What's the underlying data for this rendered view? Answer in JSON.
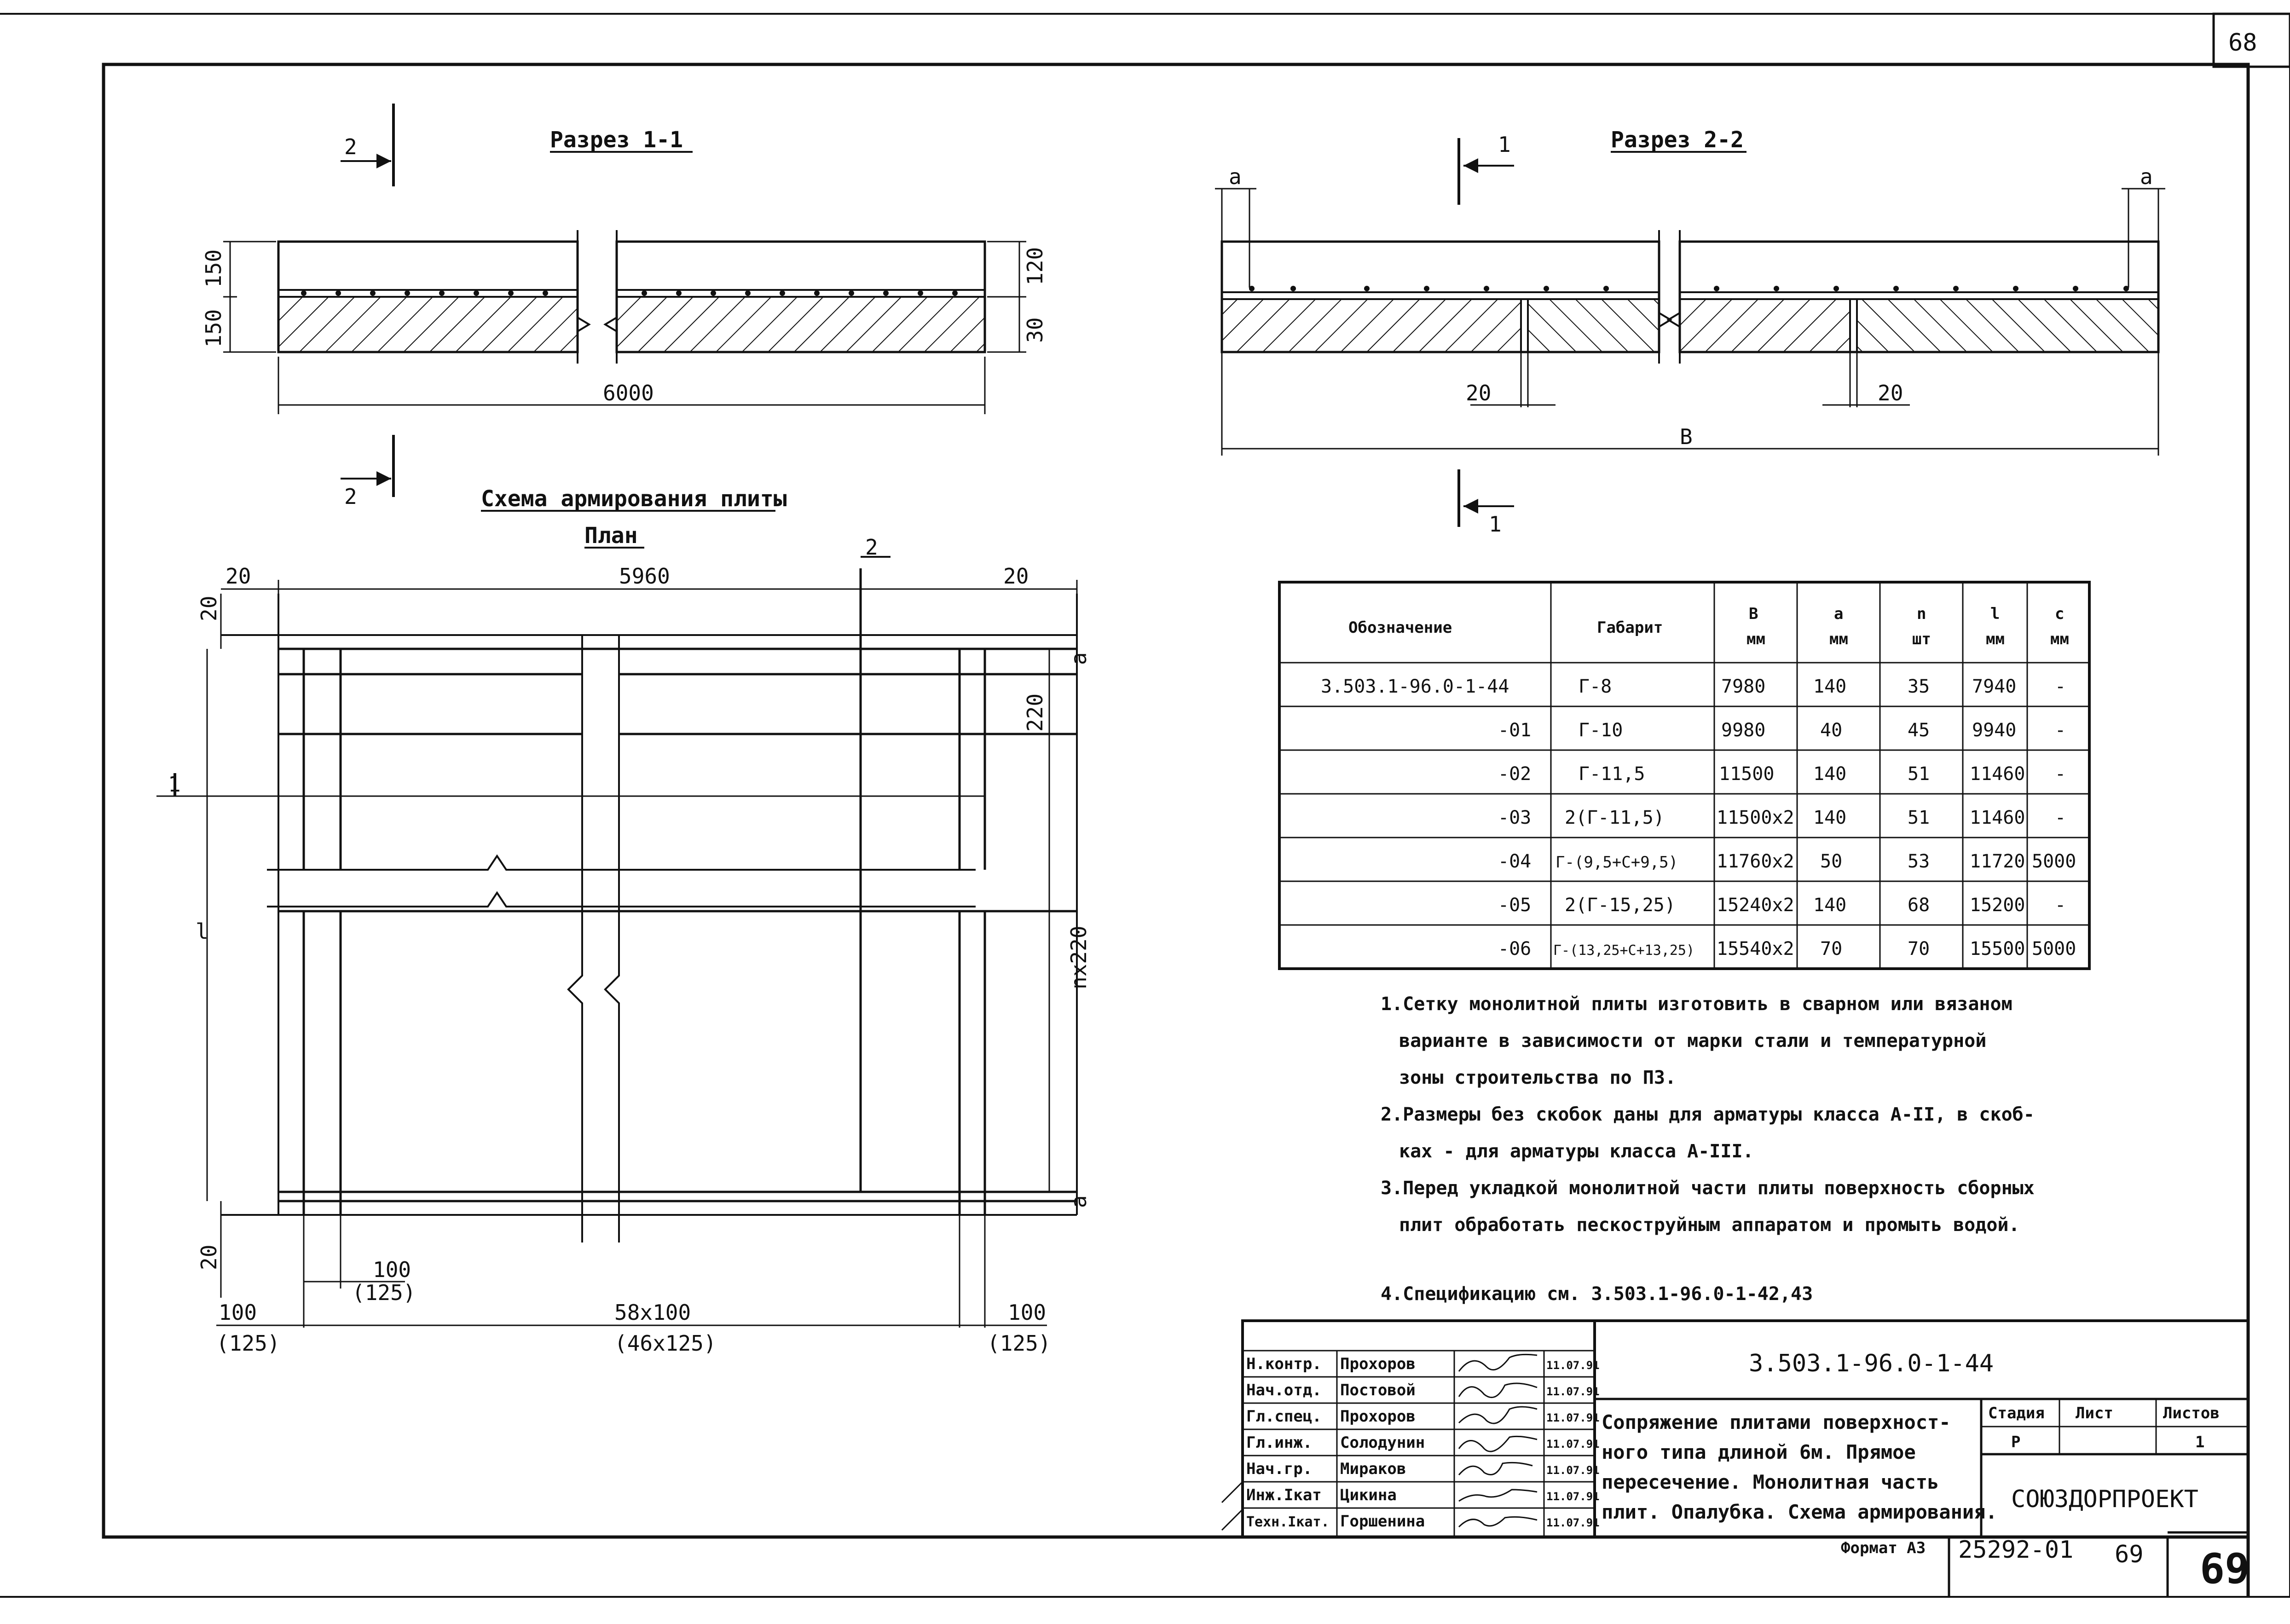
{
  "sheet": {
    "corner_number": "68",
    "page_number": "69",
    "sheet_code": "25292-01",
    "sheet_code_num": "69",
    "format_label": "Формат А3"
  },
  "section11": {
    "title": "Разрез 1-1",
    "dim_150_top": "150",
    "dim_150_bottom": "150",
    "dim_120": "120",
    "dim_30": "30",
    "dim_6000": "6000",
    "cut_mark": "2"
  },
  "section22": {
    "title": "Разрез 2-2",
    "mark_a": "a",
    "dim_20_left": "20",
    "dim_20_right": "20",
    "dim_B": "B",
    "cut_mark": "1"
  },
  "plan": {
    "scheme_title": "Схема армирования плиты",
    "plan_title": "План",
    "dim_20_tl": "20",
    "dim_5960": "5960",
    "dim_20_tr": "20",
    "dim_20_left_top": "20",
    "dim_220": "220",
    "dim_nx220": "nx220",
    "dim_a_top": "a",
    "dim_a_bottom": "a",
    "dim_l": "l",
    "cut_1": "1",
    "cut_2": "2",
    "dim_20_left_bottom": "20",
    "dim_100_inner": "100",
    "dim_125_inner": "(125)",
    "dim_100_left": "100",
    "dim_125_left": "(125)",
    "dim_58x100": "58x100",
    "dim_46x125": "(46x125)",
    "dim_100_right": "100",
    "dim_125_right": "(125)"
  },
  "table": {
    "headers": [
      {
        "main": "Обозначение",
        "unit": ""
      },
      {
        "main": "Габарит",
        "unit": ""
      },
      {
        "main": "B",
        "unit": "мм"
      },
      {
        "main": "a",
        "unit": "мм"
      },
      {
        "main": "n",
        "unit": "шт"
      },
      {
        "main": "l",
        "unit": "мм"
      },
      {
        "main": "c",
        "unit": "мм"
      }
    ],
    "rows": [
      [
        "3.503.1-96.0-1-44",
        "Г-8",
        "7980",
        "140",
        "35",
        "7940",
        "-"
      ],
      [
        "-01",
        "Г-10",
        "9980",
        "40",
        "45",
        "9940",
        "-"
      ],
      [
        "-02",
        "Г-11,5",
        "11500",
        "140",
        "51",
        "11460",
        "-"
      ],
      [
        "-03",
        "2(Г-11,5)",
        "11500x2",
        "140",
        "51",
        "11460",
        "-"
      ],
      [
        "-04",
        "Г-(9,5+С+9,5)",
        "11760x2",
        "50",
        "53",
        "11720",
        "5000"
      ],
      [
        "-05",
        "2(Г-15,25)",
        "15240x2",
        "140",
        "68",
        "15200",
        "-"
      ],
      [
        "-06",
        "Г-(13,25+С+13,25)",
        "15540x2",
        "70",
        "70",
        "15500",
        "5000"
      ]
    ]
  },
  "notes": [
    "1.Сетку монолитной плиты изготовить в сварном или вязаном",
    "варианте в зависимости от марки стали и температурной",
    "зоны строительства по ПЗ.",
    "2.Размеры без скобок даны для арматуры класса А-II, в скоб-",
    "ках - для арматуры класса А-III.",
    "3.Перед укладкой монолитной части плиты поверхность сборных",
    "плит обработать пескоструйным аппаратом и промыть водой.",
    "4.Спецификацию см. 3.503.1-96.0-1-42,43"
  ],
  "title_block": {
    "doc_code": "3.503.1-96.0-1-44",
    "description": [
      "Сопряжение плитами поверхност-",
      "ного типа длиной 6м. Прямое",
      "пересечение. Монолитная часть",
      "плит. Опалубка. Схема армирования."
    ],
    "stage_header": "Стадия",
    "sheet_header": "Лист",
    "sheets_header": "Листов",
    "stage_value": "Р",
    "sheets_value": "1",
    "organization": "СОЮЗДОРПРОЕКТ",
    "signatures": [
      {
        "role": "Н.контр.",
        "name": "Прохоров",
        "date": "11.07.91"
      },
      {
        "role": "Нач.отд.",
        "name": "Постовой",
        "date": "11.07.91"
      },
      {
        "role": "Гл.спец.",
        "name": "Прохоров",
        "date": "11.07.91"
      },
      {
        "role": "Гл.инж.",
        "name": "Солодунин",
        "date": "11.07.91"
      },
      {
        "role": "Нач.гр.",
        "name": "Мираков",
        "date": "11.07.91"
      },
      {
        "role": "Инж.Iкат",
        "name": "Цикина",
        "date": "11.07.91"
      },
      {
        "role": "Техн.Iкат.",
        "name": "Горшенина",
        "date": "11.07.91"
      }
    ]
  }
}
